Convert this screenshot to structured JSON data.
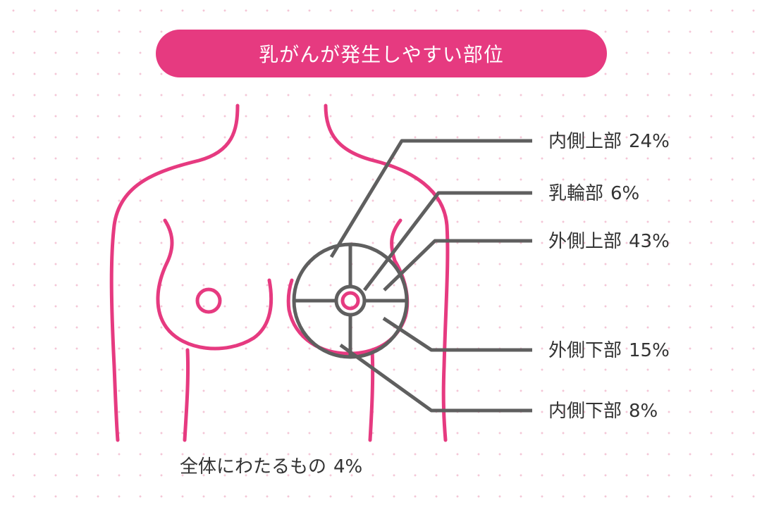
{
  "title": "乳がんが発生しやすい部位",
  "colors": {
    "accent": "#e63a80",
    "line": "#5f5f5f",
    "text": "#333333"
  },
  "regions": [
    {
      "id": "inner-upper",
      "name": "内側上部",
      "percent": "24%",
      "value": 24
    },
    {
      "id": "areola",
      "name": "乳輪部",
      "percent": "6%",
      "value": 6
    },
    {
      "id": "outer-upper",
      "name": "外側上部",
      "percent": "43%",
      "value": 43
    },
    {
      "id": "outer-lower",
      "name": "外側下部",
      "percent": "15%",
      "value": 15
    },
    {
      "id": "inner-lower",
      "name": "内側下部",
      "percent": "8%",
      "value": 8
    }
  ],
  "overall": {
    "name": "全体にわたるもの",
    "percent": "4%",
    "value": 4
  }
}
